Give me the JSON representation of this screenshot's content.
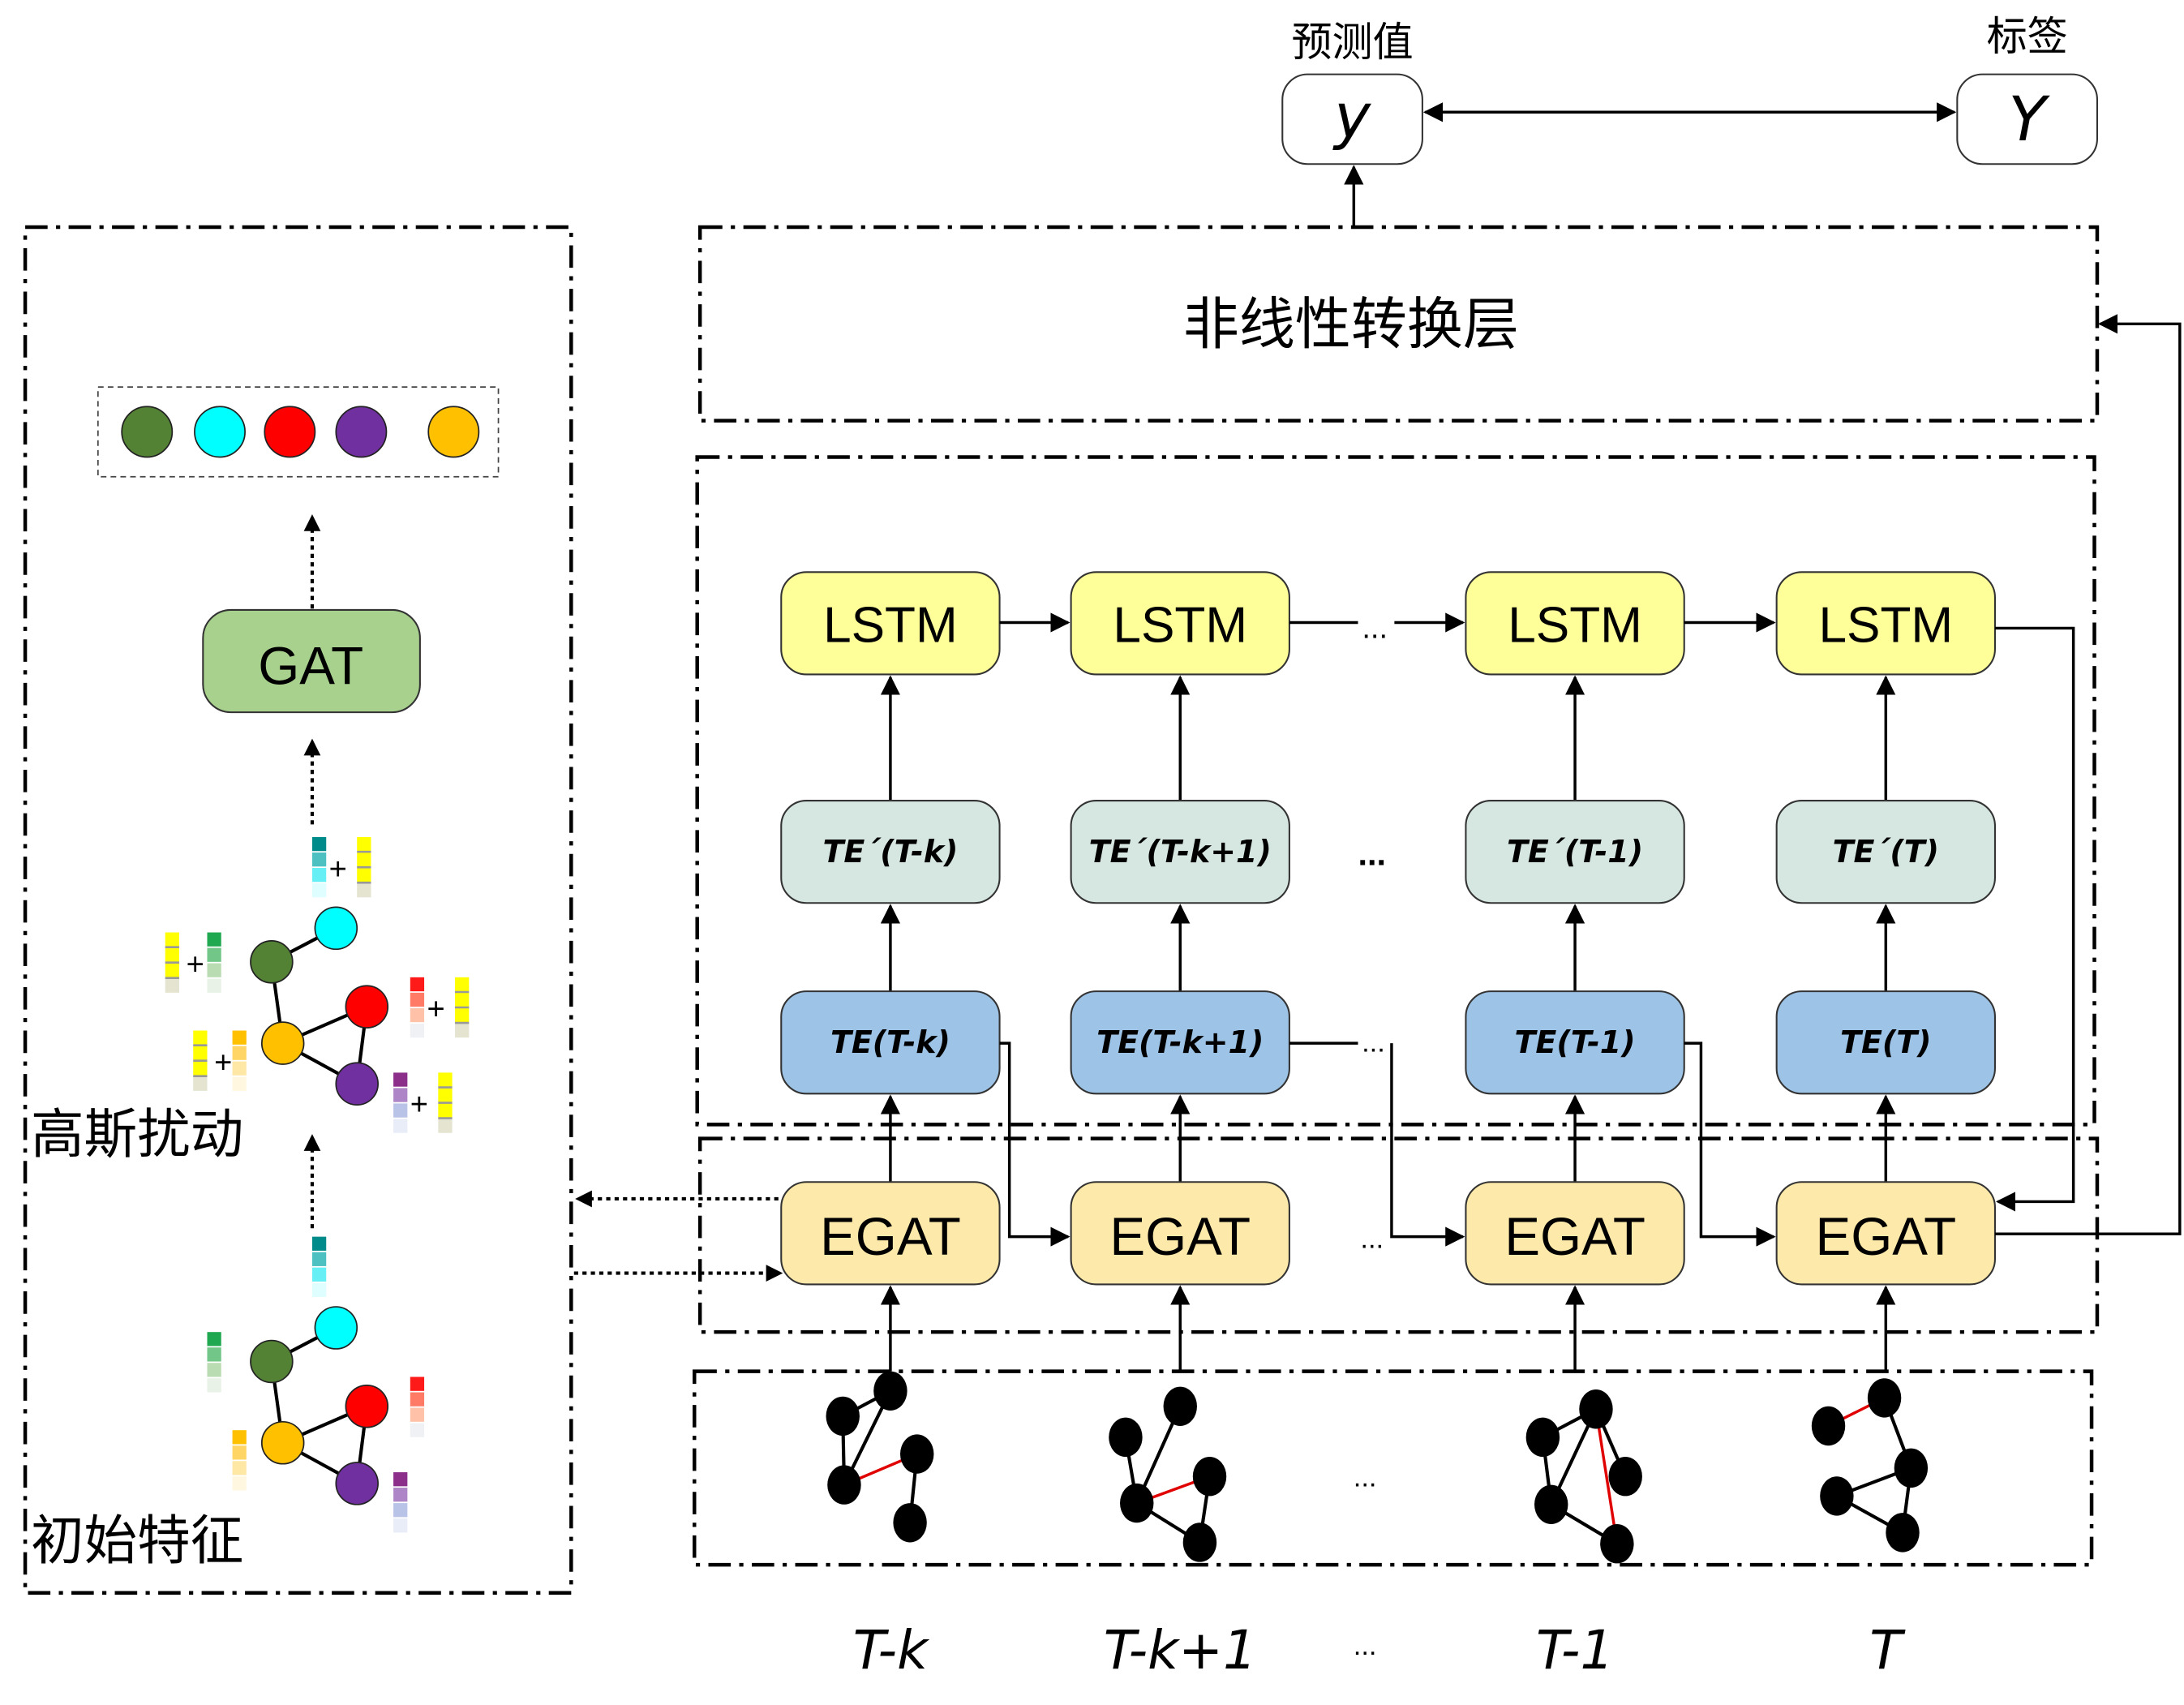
{
  "output": {
    "prediction_label": "预测值",
    "prediction_symbol": "y",
    "label_title": "标签",
    "label_symbol": "Y"
  },
  "nonlinear_layer": {
    "label": "非线性转换层"
  },
  "left_panel": {
    "gat_label": "GAT",
    "gaussian_label": "高斯扰动",
    "initial_label": "初始特征",
    "node_colors": [
      "#548235",
      "#00ffff",
      "#ff0000",
      "#7030a0",
      "#ffc000"
    ]
  },
  "columns": [
    {
      "lstm": "LSTM",
      "te_prime": "TE´(T-k)",
      "te": "TE(T-k)",
      "egat": "EGAT",
      "time": "T-k"
    },
    {
      "lstm": "LSTM",
      "te_prime": "TE´(T-k+1)",
      "te": "TE(T-k+1)",
      "egat": "EGAT",
      "time": "T-k+1"
    },
    {
      "lstm": "LSTM",
      "te_prime": "TE´(T-1)",
      "te": "TE(T-1)",
      "egat": "EGAT",
      "time": "T-1"
    },
    {
      "lstm": "LSTM",
      "te_prime": "TE´(T)",
      "te": "TE(T)",
      "egat": "EGAT",
      "time": "T"
    }
  ],
  "ellipsis": "...",
  "colors": {
    "lstm": "#ffff99",
    "te_prime": "#d6e7e1",
    "te": "#9dc3e6",
    "egat": "#fde9a9",
    "gat": "#a9d18e",
    "red_edge": "#e00000"
  }
}
